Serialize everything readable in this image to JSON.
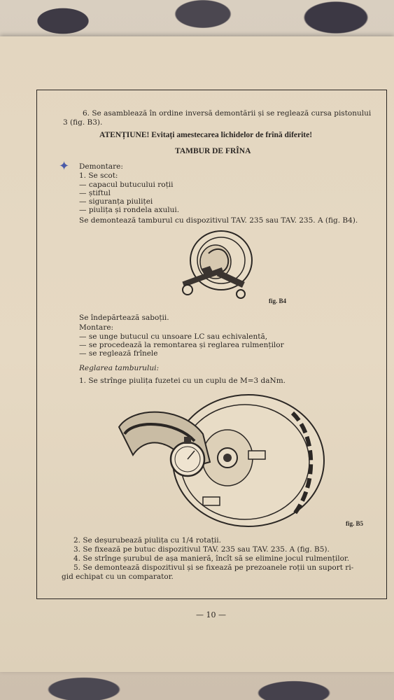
{
  "steps_top": {
    "line1": "6. Se asamblează în ordine inversă demontării și se reglează cursa pistonului",
    "line2": "3 (fig. B3)."
  },
  "warning": "ATENȚIUNE! Evitați amestecarea lichidelor de frînă diferite!",
  "section_title": "TAMBUR DE FRÎNA",
  "demontare": {
    "heading": "Demontare:",
    "step1": "1. Se scot:",
    "items": [
      "— capacul butucului roții",
      "— știftul",
      "— siguranța piuliței",
      "— piulița și rondela axului."
    ],
    "sentence": "Se demontează tamburul cu dispozitivul TAV. 235 sau TAV. 235. A (fig. B4)."
  },
  "fig_b4": "fig. B4",
  "sabotii": "Se îndepărtează saboții.",
  "montare": {
    "heading": "Montare:",
    "items": [
      "— se unge butucul cu unsoare LC sau echivalentă,",
      "— se procedează la remontarea și reglarea rulmenților",
      "— se reglează frînele"
    ]
  },
  "reglarea": {
    "heading": "Reglarea tamburului:",
    "step1": "1. Se strînge piulița fuzetei cu un cuplu de M=3 daNm."
  },
  "fig_b5": "fig. B5",
  "steps_bottom": [
    "2. Se deșurubează piulița cu 1/4 rotații.",
    "3. Se fixează pe butuc dispozitivul TAV. 235 sau TAV. 235. A (fig. B5).",
    "4. Se strînge șurubul de așa manieră, încît să se elimine jocul rulmenților.",
    "5. Se demontează dispozitivul și se fixează pe prezoanele roții un suport ri-",
    "gid echipat cu un comparator."
  ],
  "page_number": "— 10 —",
  "icons": {
    "margin_mark": "star-mark-icon"
  },
  "colors": {
    "paper": "#e3d6c0",
    "ink": "#2b2724",
    "mark": "#4a5aa8"
  }
}
